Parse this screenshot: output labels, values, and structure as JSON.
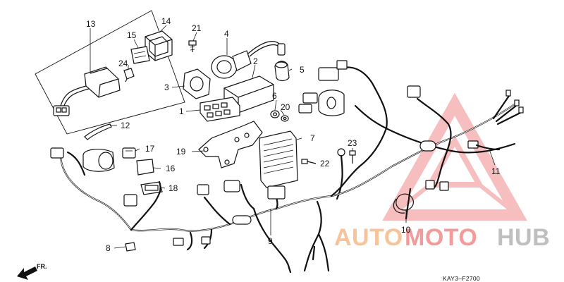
{
  "diagram": {
    "callouts": [
      {
        "id": "c1",
        "label": "1"
      },
      {
        "id": "c2",
        "label": "2"
      },
      {
        "id": "c3",
        "label": "3"
      },
      {
        "id": "c4",
        "label": "4"
      },
      {
        "id": "c5",
        "label": "5"
      },
      {
        "id": "c6",
        "label": "6"
      },
      {
        "id": "c7",
        "label": "7"
      },
      {
        "id": "c8",
        "label": "8"
      },
      {
        "id": "c9",
        "label": "9"
      },
      {
        "id": "c10",
        "label": "10"
      },
      {
        "id": "c11",
        "label": "11"
      },
      {
        "id": "c12",
        "label": "12"
      },
      {
        "id": "c13",
        "label": "13"
      },
      {
        "id": "c14",
        "label": "14"
      },
      {
        "id": "c15",
        "label": "15"
      },
      {
        "id": "c16",
        "label": "16"
      },
      {
        "id": "c17",
        "label": "17"
      },
      {
        "id": "c18",
        "label": "18"
      },
      {
        "id": "c19",
        "label": "19"
      },
      {
        "id": "c20",
        "label": "20"
      },
      {
        "id": "c21",
        "label": "21"
      },
      {
        "id": "c22",
        "label": "22"
      },
      {
        "id": "c23",
        "label": "23"
      },
      {
        "id": "c24",
        "label": "24"
      }
    ],
    "drawing_code": "KAY3–F2700",
    "direction_label": "FR."
  },
  "watermark": {
    "part1": "AUTO",
    "part2": "MOTO",
    "part3": "HUB",
    "colors": {
      "orange": "#f6b98a",
      "red": "#f08a8a",
      "gray": "#b5b5b5"
    }
  }
}
